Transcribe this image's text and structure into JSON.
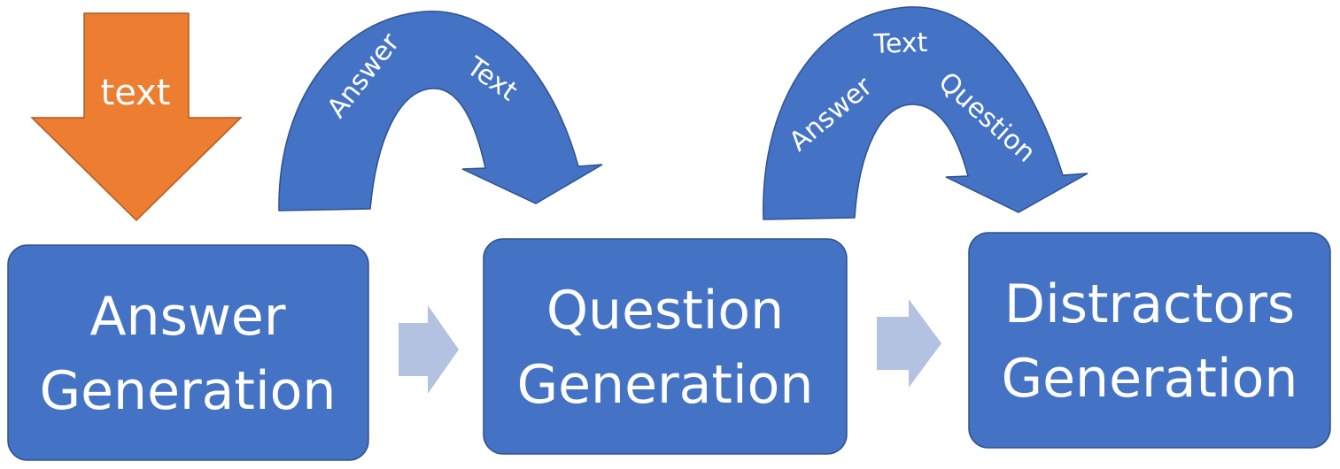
{
  "colors": {
    "box_fill": "#4472C4",
    "box_stroke": "#2F528F",
    "input_arrow": "#ED7D31",
    "input_arrow_stroke": "#AE5A21",
    "step_arrow": "#B4C2E1",
    "text": "#FFFFFF"
  },
  "input_arrow": {
    "label": "text"
  },
  "steps": [
    {
      "line1": "Answer",
      "line2": "Generation"
    },
    {
      "line1": "Question",
      "line2": "Generation"
    },
    {
      "line1": "Distractors",
      "line2": "Generation"
    }
  ],
  "curved_arrows": [
    {
      "labels": [
        "Answer",
        "Text"
      ]
    },
    {
      "labels": [
        "Answer",
        "Text",
        "Question"
      ]
    }
  ]
}
